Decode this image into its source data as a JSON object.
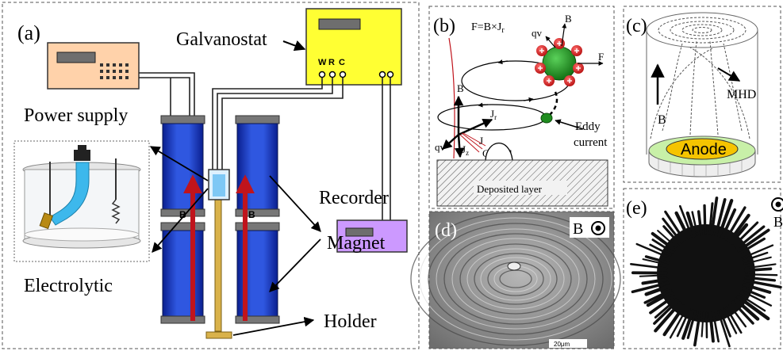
{
  "panels": {
    "a": {
      "tag": "(a)",
      "labels": {
        "power_supply": "Power supply",
        "galvanostat": "Galvanostat",
        "recorder": "Recorder",
        "magnet": "Magnet",
        "electrolytic": "Electrolytic",
        "holder": "Holder",
        "terminal_w": "W",
        "terminal_r": "R",
        "terminal_c": "C",
        "field_left": "B",
        "field_right": "B"
      }
    },
    "b": {
      "tag": "(b)",
      "formula": "F=B×J",
      "formula_sub": "r",
      "labels": {
        "qv_top": "qv",
        "b_top": "B",
        "f": "F",
        "b_axis": "B",
        "jr": "J",
        "jr_sub": "r",
        "jz": "J",
        "jz_sub": "z",
        "j": "J",
        "qv_bottom": "qv",
        "crystal": "Crystal",
        "eddy_line1": "Eddy",
        "eddy_line2": "current",
        "deposited": "Deposited layer"
      }
    },
    "c": {
      "tag": "(c)",
      "labels": {
        "mhd": "MHD",
        "b": "B",
        "anode": "Anode"
      }
    },
    "d": {
      "tag": "(d)",
      "field": "B",
      "scale": "20μm"
    },
    "e": {
      "tag": "(e)",
      "field": "B"
    }
  },
  "colors": {
    "magnet_blue": "#1f3fbf",
    "arrow_red": "#c0141c",
    "galvanostat_yellow": "#ffff33",
    "power_supply_peach": "#ffd2aa",
    "recorder_purple": "#cc99ff",
    "sphere_green": "#1f8c1f",
    "anode_yellow": "#f5c400",
    "anode_ring_green": "#c8f0a8"
  }
}
